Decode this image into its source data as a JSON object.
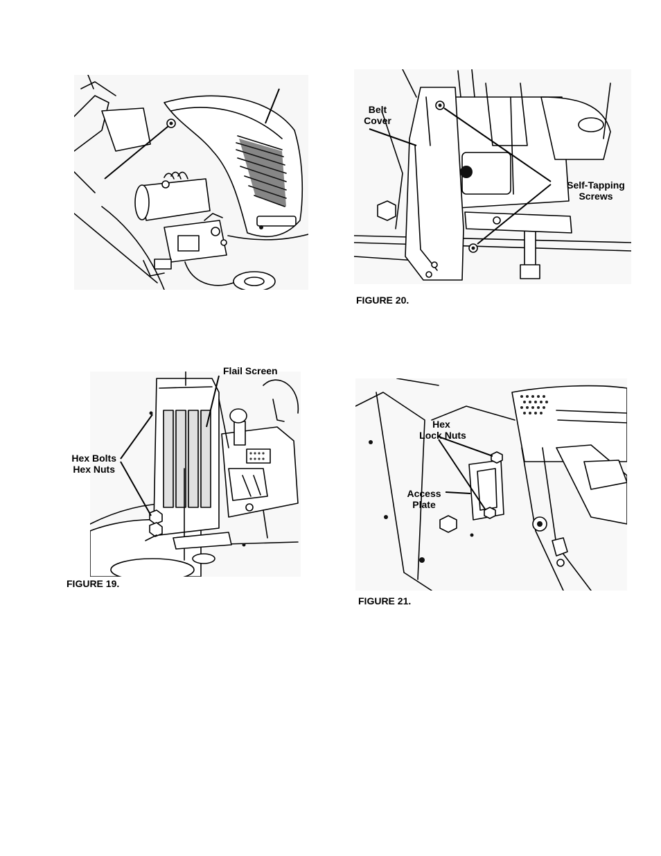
{
  "figure18": {},
  "figure19": {
    "caption": "FIGURE 19.",
    "label_flail_screen": "Flail Screen",
    "label_hex_bolts": "Hex Bolts",
    "label_hex_nuts": "Hex Nuts"
  },
  "figure20": {
    "caption": "FIGURE 20.",
    "label_belt": "Belt",
    "label_cover": "Cover",
    "label_self_tapping": "Self-Tapping",
    "label_screws": "Screws"
  },
  "figure21": {
    "caption": "FIGURE 21.",
    "label_hex": "Hex",
    "label_lock_nuts": "Lock Nuts",
    "label_access": "Access",
    "label_plate": "Plate"
  },
  "icons": [
    "arrow-icon",
    "bolt-icon",
    "nut-icon",
    "screw-icon"
  ]
}
